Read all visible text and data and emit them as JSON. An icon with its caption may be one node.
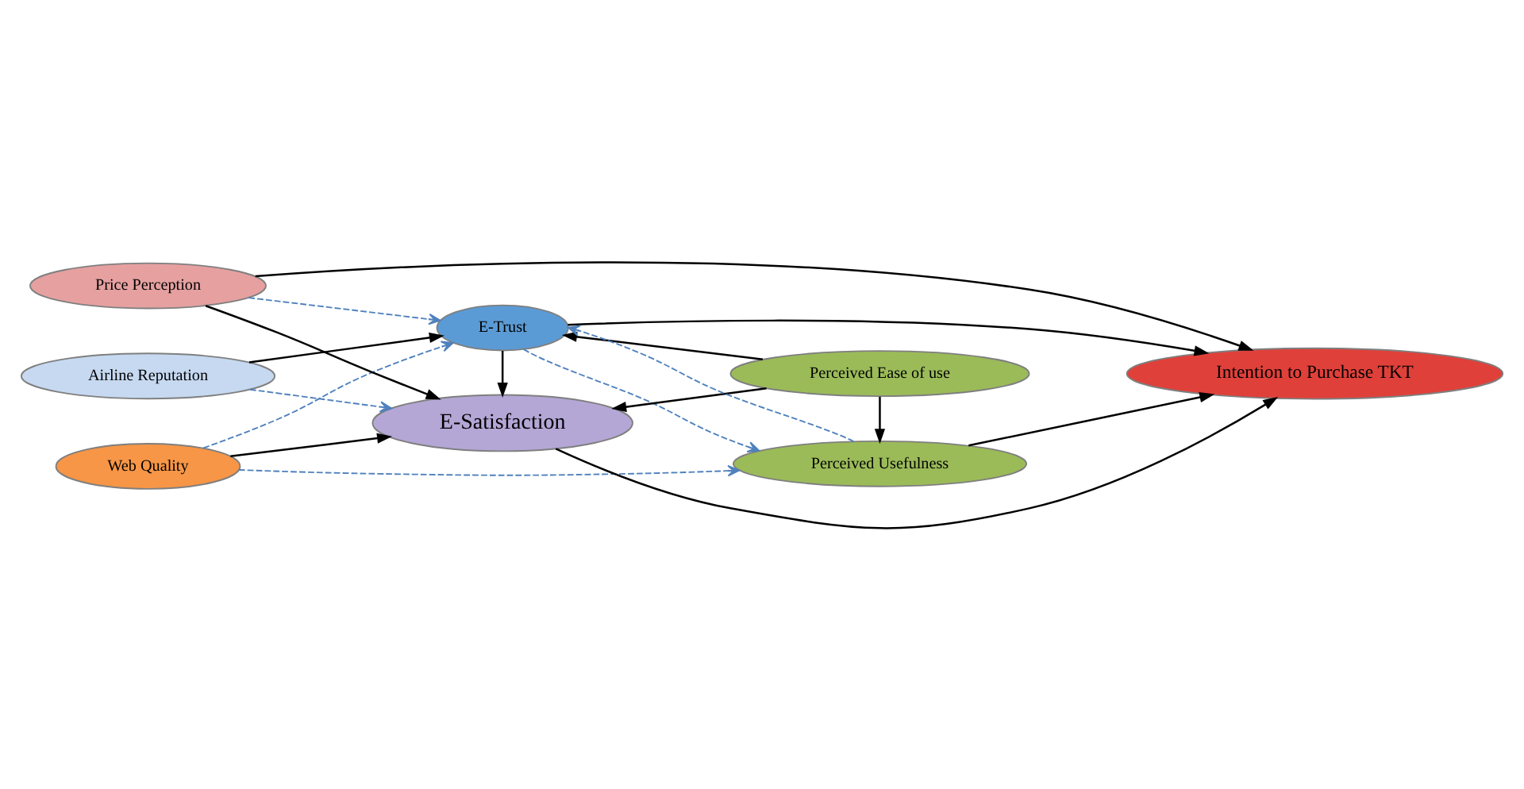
{
  "diagram": {
    "nodes": [
      {
        "text": [
          "Airline Reputation"
        ]
      },
      {
        "text": [
          "E-Trust"
        ]
      },
      {
        "text": [
          "Perceived Ease of use"
        ]
      },
      {
        "text": [
          "Web Quality"
        ]
      },
      {
        "text": [
          "E-Satisfaction"
        ]
      },
      {
        "text": [
          "Intention to Purchase TKT"
        ]
      },
      {
        "text": [
          "Price Perception"
        ]
      },
      {
        "text": [
          "Perceived Usefulness"
        ]
      }
    ],
    "edges": [
      {
        "from": 0,
        "to": 1,
        "arrow": "to"
      },
      {
        "from": 2,
        "to": 1,
        "arrow": "to"
      },
      {
        "from": 1,
        "to": 4,
        "arrow": "to"
      },
      {
        "from": 1,
        "to": 5,
        "arrow": "to"
      },
      {
        "from": 2,
        "to": 4,
        "arrow": "to"
      },
      {
        "from": 2,
        "to": 7,
        "arrow": "to"
      },
      {
        "from": 3,
        "to": 4,
        "arrow": "to"
      },
      {
        "from": 4,
        "to": 5,
        "arrow": "to"
      },
      {
        "from": 6,
        "to": 4,
        "arrow": "to"
      },
      {
        "from": 6,
        "to": 5,
        "arrow": "to"
      },
      {
        "from": 7,
        "to": 5,
        "arrow": "to"
      },
      {
        "from": 0,
        "to": 4,
        "arrow": "to",
        "style": "dashed",
        "color": "#4f81bd"
      },
      {
        "from": 3,
        "to": 1,
        "arrow": "to",
        "style": "dashed",
        "color": "#4f81bd"
      },
      {
        "from": 6,
        "to": 1,
        "arrow": "to",
        "style": "dashed",
        "color": "#4f81bd"
      },
      {
        "from": 3,
        "to": 7,
        "arrow": "to",
        "style": "dashed",
        "color": "#4f81bd"
      },
      {
        "from": 7,
        "to": 1,
        "arrow": "to",
        "style": "dashed",
        "color": "#4f81bd"
      },
      {
        "from": 1,
        "to": 7,
        "arrow": "to",
        "style": "dashed",
        "color": "#4f81bd"
      }
    ]
  }
}
